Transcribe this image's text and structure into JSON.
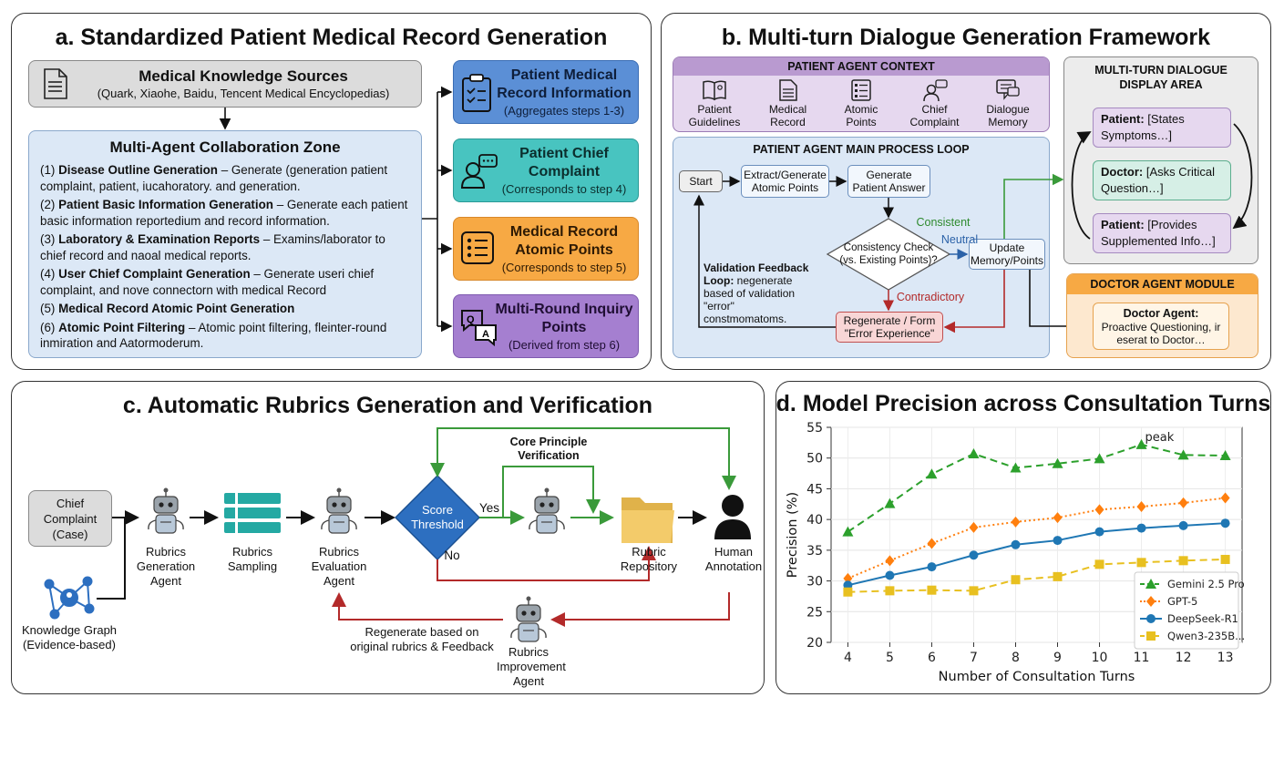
{
  "panel_a": {
    "title": "a. Standardized Patient Medical Record Generation",
    "sources_title": "Medical Knowledge Sources",
    "sources_sub": "(Quark, Xiaohe, Baidu, Tencent Medical Encyclopedias)",
    "zone_title": "Multi-Agent Collaboration Zone",
    "steps": [
      {
        "num": "(1) ",
        "bold": "Disease Outline Generation",
        "rest": " – Generate (generation patient complaint, patient, iucahoratory. and generation."
      },
      {
        "num": "(2) ",
        "bold": "Patient Basic Information Generation",
        "rest": " – Generate each patient basic information reportedium and record information."
      },
      {
        "num": "(3) ",
        "bold": "Laboratory & Examination Reports",
        "rest": " – Examins/laborator to chief record and naoal medical reports."
      },
      {
        "num": "(4) ",
        "bold": "User Chief Complaint Generation",
        "rest": " – Generate useri chief complaint, and nove connectorn with medical Record"
      },
      {
        "num": "(5) ",
        "bold": "Medical Record Atomic Point Generation",
        "rest": ""
      },
      {
        "num": "(6) ",
        "bold": "Atomic Point Filtering",
        "rest": " – Atomic point filtering, fleinter-round inmiration and Aatormoderum."
      }
    ],
    "outputs": [
      {
        "title": "Patient Medical Record Information",
        "sub": "(Aggregates steps 1-3)",
        "icon": "clipboard-icon"
      },
      {
        "title": "Patient Chief Complaint",
        "sub": "(Corresponds to step 4)",
        "icon": "user-chat-icon"
      },
      {
        "title": "Medical Record Atomic Points",
        "sub": "(Corresponds to step 5)",
        "icon": "checklist-icon"
      },
      {
        "title": "Multi-Round Inquiry Points",
        "sub": "(Derived from step 6)",
        "icon": "qa-bubbles-icon"
      }
    ]
  },
  "panel_b": {
    "title": "b. Multi-turn Dialogue Generation Framework",
    "context_title": "PATIENT AGENT CONTEXT",
    "context_items": [
      {
        "label": "Patient Guidelines",
        "icon": "book-icon"
      },
      {
        "label": "Medical Record",
        "icon": "document-icon"
      },
      {
        "label": "Atomic Points",
        "icon": "list-icon"
      },
      {
        "label": "Chief Complaint",
        "icon": "user-chat-icon"
      },
      {
        "label": "Dialogue Memory",
        "icon": "chat-icon"
      }
    ],
    "loop_title": "PATIENT AGENT MAIN PROCESS LOOP",
    "start": "Start",
    "extract": "Extract/Generate Atomic Points",
    "generate": "Generate Patient Answer",
    "check": "Consistency Check (vs. Existing Points)?",
    "consistent": "Consistent",
    "neutral": "Neutral",
    "contradictory": "Contradictory",
    "update": "Update Memory/Points",
    "regen": "Regenerate / Form \"Error Experience\"",
    "feedback_bold": "Validation Feedback Loop:",
    "feedback_rest": "negenerate based of validation \"error\" constmomatoms.",
    "display_title": "MULTI-TURN DIALOGUE DISPLAY AREA",
    "dialogue": [
      {
        "speaker": "Patient:",
        "text": "[States Symptoms…]"
      },
      {
        "speaker": "Doctor:",
        "text": "[Asks Critical Question…]"
      },
      {
        "speaker": "Patient:",
        "text": "[Provides Supplemented Info…]"
      }
    ],
    "doctor_title": "DOCTOR AGENT MODULE",
    "doctor_agent": "Doctor Agent:",
    "doctor_text": "Proactive Questioning, ir eserat to Doctor…"
  },
  "panel_c": {
    "title": "c. Automatic Rubrics Generation and Verification",
    "chief": "Chief Complaint (Case)",
    "kg": "Knowledge Graph (Evidence-based)",
    "gen_agent": "Rubrics Generation Agent",
    "sampling": "Rubrics Sampling",
    "eval_agent": "Rubrics Evaluation Agent",
    "threshold": "Score Threshold",
    "yes": "Yes",
    "no": "No",
    "core": "Core Principle Verification",
    "repo": "Rubric Repository",
    "human": "Human Annotation",
    "improve": "Rubrics Improvement Agent",
    "regen": "Regenerate based on original rubrics & Feedback"
  },
  "colors": {
    "green": "#3a9a3a",
    "red": "#b32a2a",
    "blue": "#1f77b4",
    "orange": "#ff7f0e",
    "gold": "#e8c020",
    "greenDash": "#2ca02c"
  },
  "chart_data": {
    "type": "line",
    "title": "d. Model Precision across Consultation Turns",
    "xlabel": "Number of Consultation Turns",
    "ylabel": "Precision (%)",
    "x": [
      4,
      5,
      6,
      7,
      8,
      9,
      10,
      11,
      12,
      13
    ],
    "xlim": [
      4,
      13
    ],
    "ylim": [
      20,
      55
    ],
    "yticks": [
      20,
      25,
      30,
      35,
      40,
      45,
      50,
      55
    ],
    "annotation": {
      "text": "peak",
      "x": 11,
      "y": 52.2
    },
    "legend_position": "bottom-right",
    "series": [
      {
        "name": "Gemini 2.5 Pro",
        "values": [
          38.0,
          42.6,
          47.4,
          50.7,
          48.4,
          49.1,
          49.9,
          52.2,
          50.5,
          50.4
        ],
        "marker": "triangle",
        "dash": "8,5",
        "color": "#2ca02c"
      },
      {
        "name": "GPT-5",
        "values": [
          30.4,
          33.3,
          36.1,
          38.7,
          39.6,
          40.3,
          41.6,
          42.1,
          42.7,
          43.5
        ],
        "marker": "diamond",
        "dash": "2,3",
        "color": "#ff7f0e"
      },
      {
        "name": "DeepSeek-R1",
        "values": [
          29.3,
          30.9,
          32.3,
          34.2,
          35.9,
          36.6,
          38.0,
          38.6,
          39.0,
          39.4
        ],
        "marker": "circle",
        "dash": "",
        "color": "#1f77b4"
      },
      {
        "name": "Qwen3-235B...",
        "values": [
          28.2,
          28.4,
          28.5,
          28.4,
          30.2,
          30.7,
          32.7,
          33.0,
          33.3,
          33.5
        ],
        "marker": "square",
        "dash": "8,5",
        "color": "#e8c020"
      }
    ]
  }
}
